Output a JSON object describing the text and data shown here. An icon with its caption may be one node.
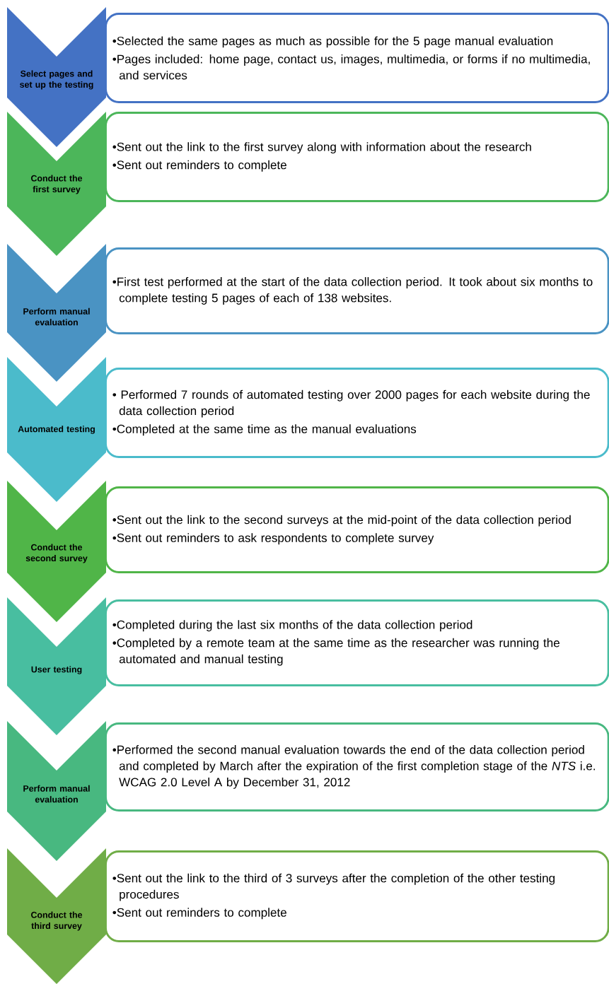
{
  "diagram": {
    "nodes": [
      {
        "text": [
          "Select pages and set up the testing"
        ]
      },
      {
        "text": [
          "•Selected the same pages as much as possible for the 5 page manual evaluation",
          "•Pages included: home page, contact us, images, multimedia, or forms if no multimedia, and services"
        ]
      },
      {
        "text": [
          "Conduct the first survey"
        ]
      },
      {
        "text": [
          "•Sent out the link to the first survey along with information about the research",
          "•Sent out reminders to complete"
        ]
      },
      {
        "text": [
          "Perform manual evaluation"
        ]
      },
      {
        "text": [
          "•First test performed at the start of the data collection period. It took about six months to complete testing 5 pages of each of 138 websites."
        ]
      },
      {
        "text": [
          "Automated testing"
        ]
      },
      {
        "text": [
          "• Performed 7 rounds of automated testing over 2000 pages for each website during the data collection period",
          "•Completed at the same time as the manual evaluations"
        ]
      },
      {
        "text": [
          "Conduct the second survey"
        ]
      },
      {
        "text": [
          "•Sent out the link to the second surveys at the mid-point of the data collection period",
          "•Sent out reminders to ask respondents to complete survey"
        ]
      },
      {
        "text": [
          "User testing"
        ]
      },
      {
        "text": [
          "•Completed during the last six months of the data collection period",
          "•Completed by a remote team at the same time as the researcher was running the automated and manual testing"
        ]
      },
      {
        "text": [
          "Perform manual evaluation"
        ]
      },
      {
        "text": [
          "•Performed the second manual evaluation towards the end of the data collection period and completed by March after the expiration of the first completion stage of the *NTS* i.e. WCAG 2.0 Level A by December 31, 2012"
        ]
      },
      {
        "text": [
          "Conduct the third survey"
        ]
      },
      {
        "text": [
          "•Sent out the link to the third of 3 surveys after the completion of the other testing procedures",
          "•Sent out reminders to complete"
        ]
      }
    ]
  }
}
